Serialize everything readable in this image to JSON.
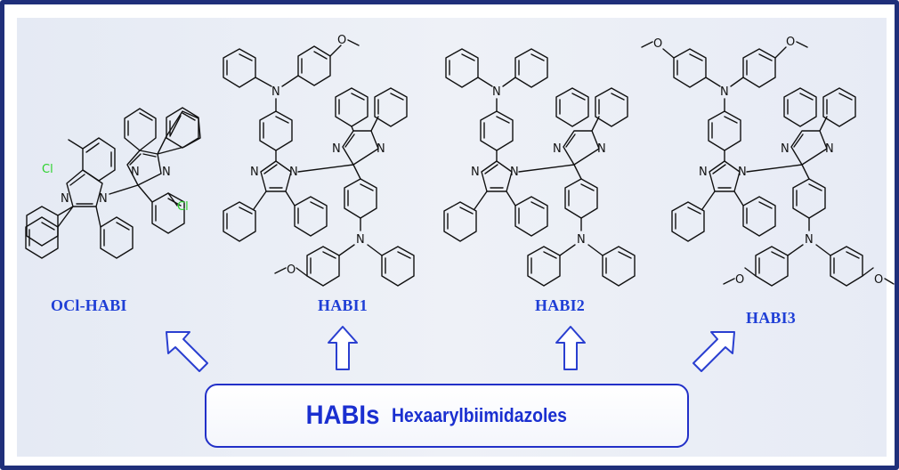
{
  "compounds": [
    {
      "label": "OCl-HABI"
    },
    {
      "label": "HABI1"
    },
    {
      "label": "HABI2"
    },
    {
      "label": "HABI3"
    }
  ],
  "atoms": {
    "nitrogen": "N",
    "chlorine": "Cl",
    "oxygen": "O"
  },
  "center_box": {
    "title": "HABIs",
    "subtitle": "Hexaarylbiimidazoles"
  },
  "colors": {
    "frame": "#1f2f7a",
    "label": "#1f3fd6",
    "chlorine": "#2bd12b",
    "arrow_stroke": "#2a3fd0"
  }
}
